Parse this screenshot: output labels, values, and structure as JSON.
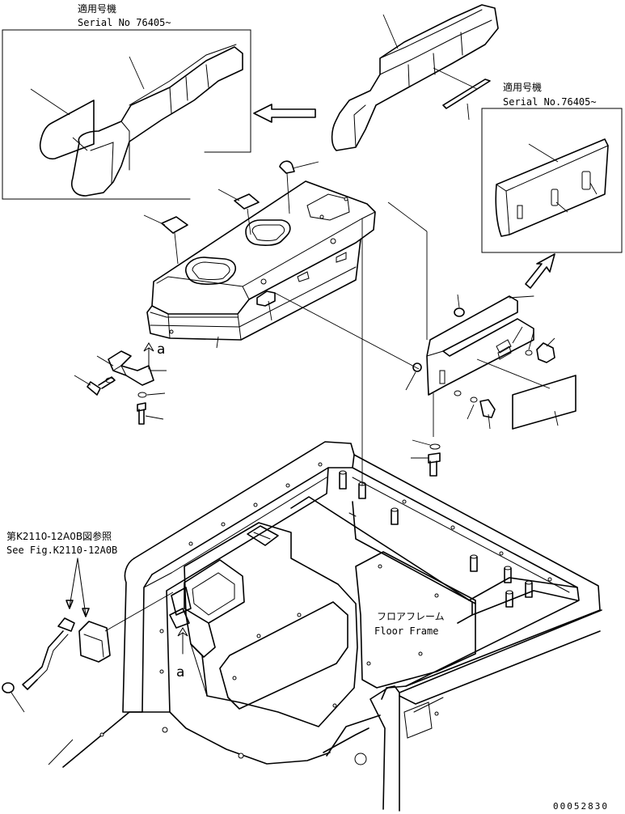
{
  "inset_left": {
    "applicable_jp": "適用号機",
    "serial": "Serial No 76405~"
  },
  "inset_right": {
    "applicable_jp": "適用号機",
    "serial": "Serial No.76405~"
  },
  "reference": {
    "jp": "第K2110-12A0B図参照",
    "en": "See Fig.K2110-12A0B"
  },
  "floor_frame": {
    "jp": "フロアフレーム",
    "en": "Floor Frame"
  },
  "detail_marker": "a",
  "drawing_code": "00052830"
}
